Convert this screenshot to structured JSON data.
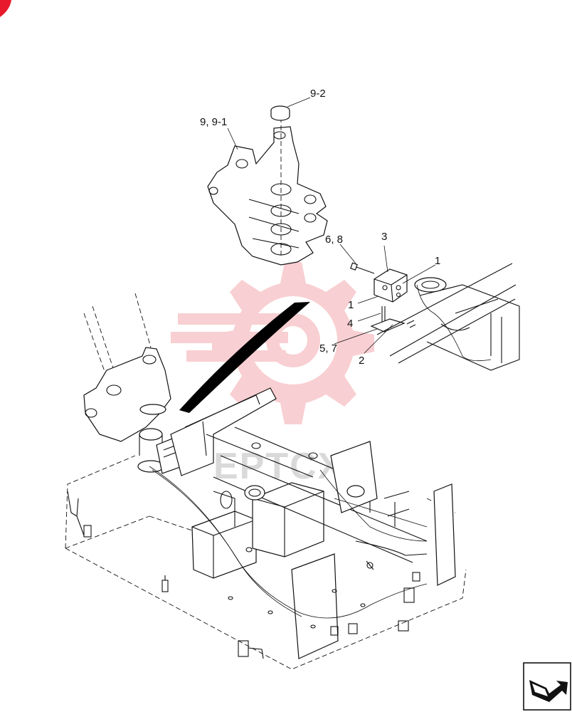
{
  "callouts": {
    "c92": "9-2",
    "c991": "9, 9-1",
    "c68": "6, 8",
    "c3": "3",
    "c1a": "1",
    "c1b": "1",
    "c4": "4",
    "c57": "5, 7",
    "c2": "2"
  },
  "watermark": {
    "text": "EPTCX"
  },
  "colors": {
    "watermark_gear": "#f4a8ae",
    "corner_mark": "#e8192c",
    "ink": "#111111"
  },
  "icons": {
    "nav": "next-page-arrow-icon",
    "corner": "corner-tab-icon"
  }
}
